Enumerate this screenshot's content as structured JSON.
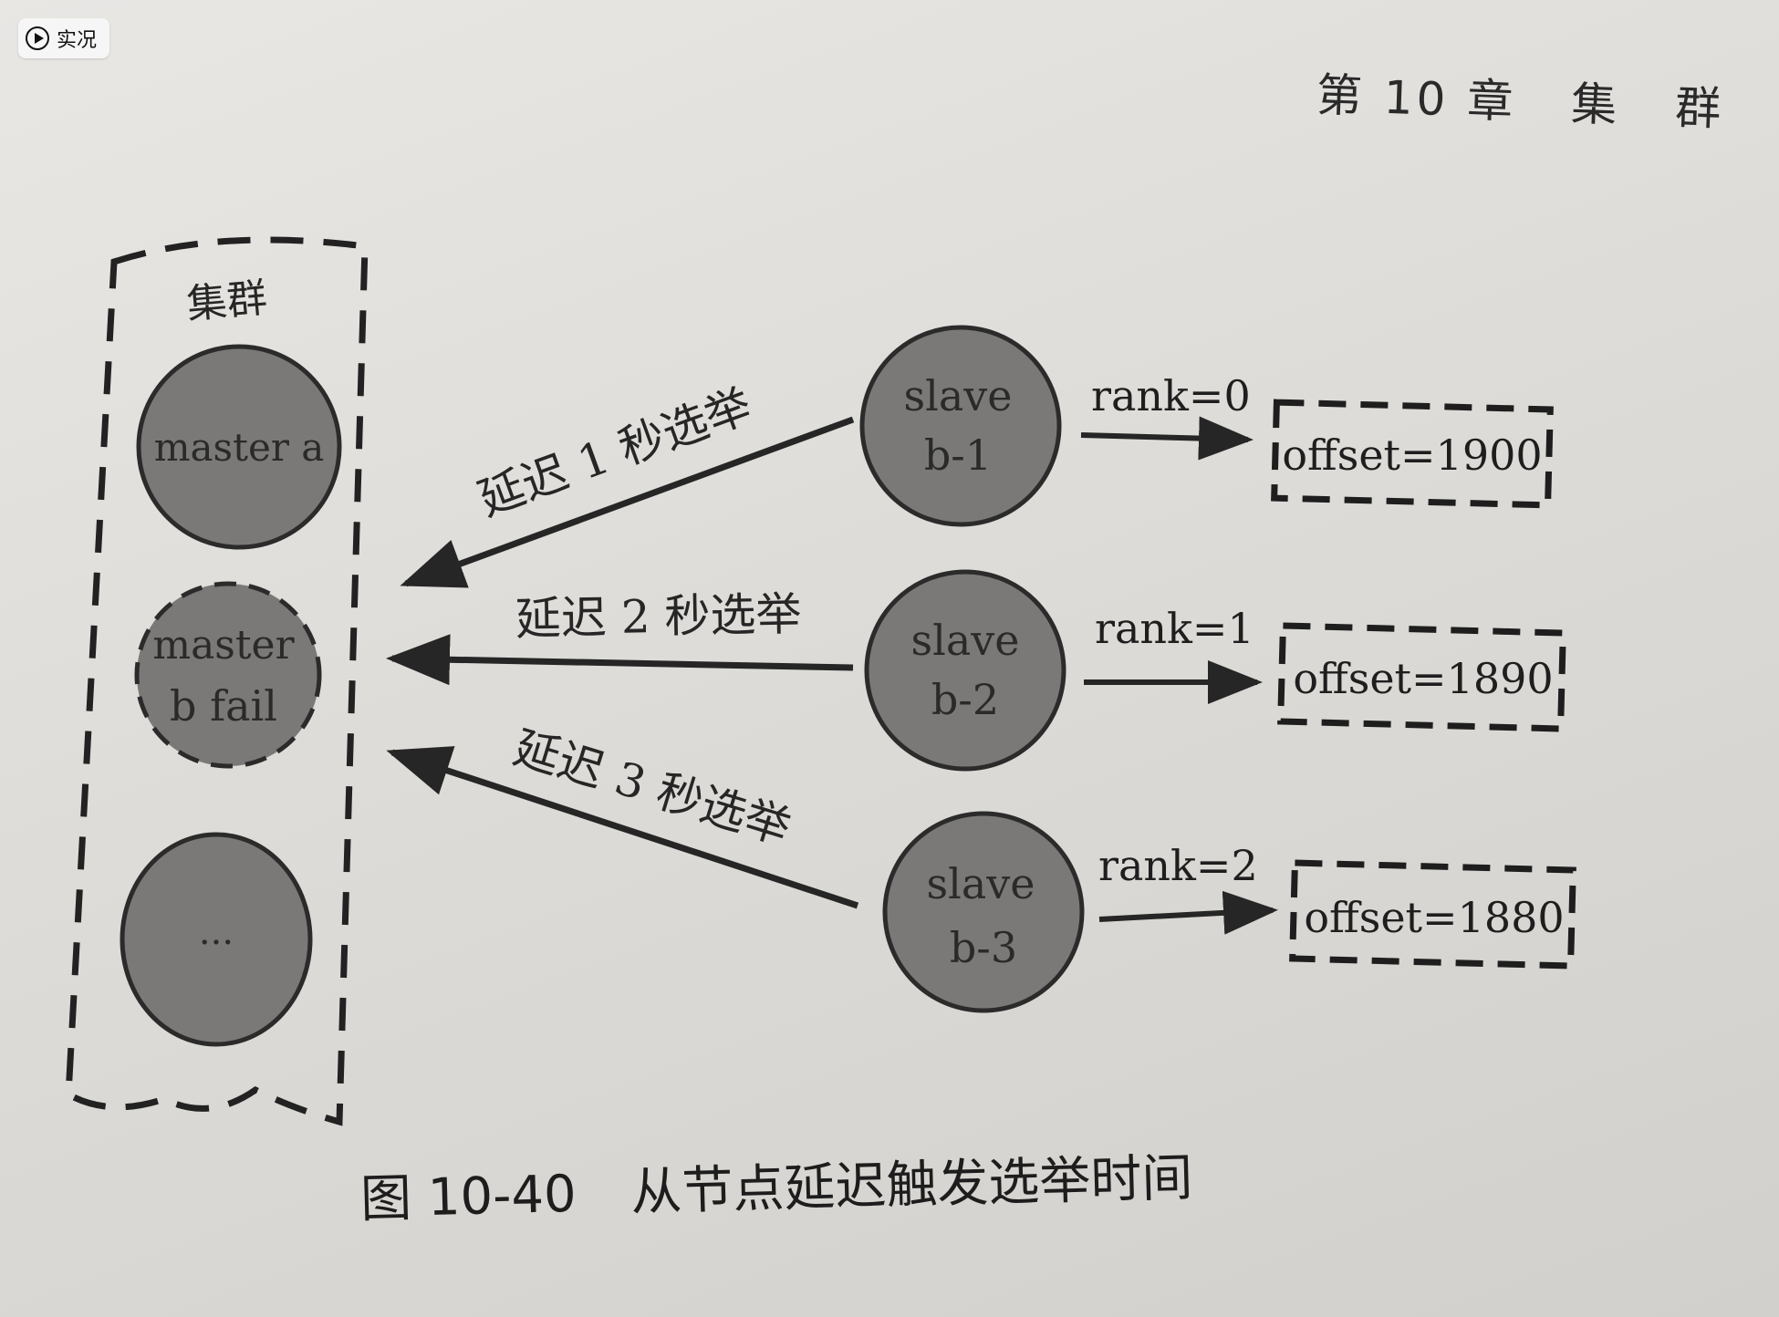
{
  "badge": {
    "label": "实况",
    "icon": "live-photo-icon"
  },
  "header": {
    "parts": [
      "第 10 章",
      "集",
      "群"
    ]
  },
  "cluster": {
    "label": "集群",
    "nodes": [
      "master a",
      [
        "master",
        "b fail"
      ],
      "..."
    ]
  },
  "slaves": [
    {
      "name": [
        "slave",
        "b-1"
      ],
      "rank": "rank=0",
      "offset": "offset=1900",
      "delay": "延迟 1 秒选举"
    },
    {
      "name": [
        "slave",
        "b-2"
      ],
      "rank": "rank=1",
      "offset": "offset=1890",
      "delay": "延迟 2 秒选举"
    },
    {
      "name": [
        "slave",
        "b-3"
      ],
      "rank": "rank=2",
      "offset": "offset=1880",
      "delay": "延迟 3 秒选举"
    }
  ],
  "caption": {
    "number": "图 10-40",
    "text": "从节点延迟触发选举时间"
  },
  "colors": {
    "node_fill": "#7b7977",
    "node_stroke": "#2b2b2b",
    "ink": "#262626"
  }
}
